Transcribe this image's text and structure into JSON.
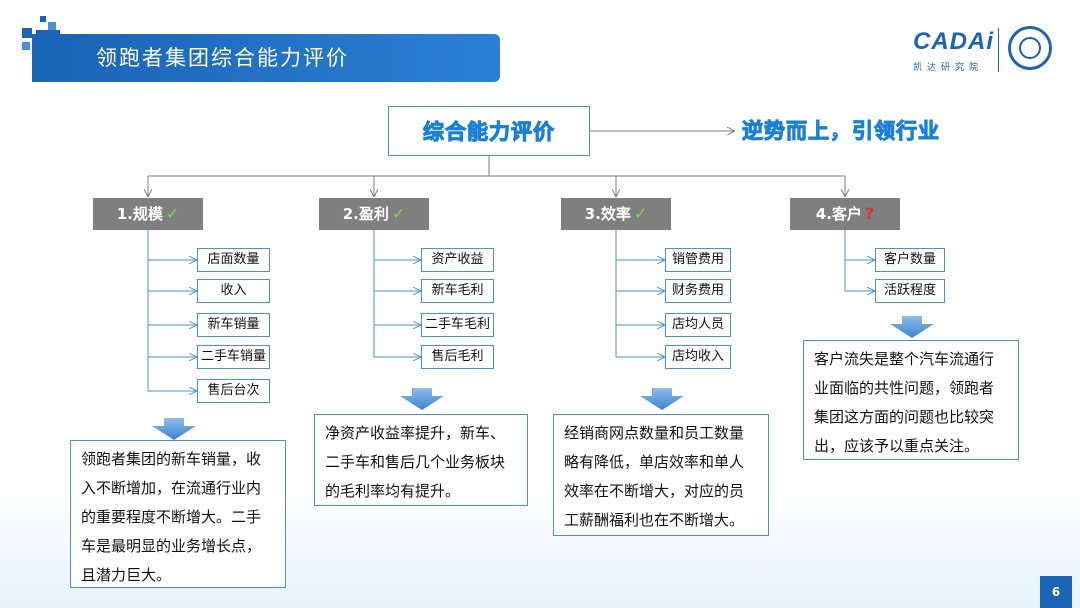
{
  "header": {
    "title": "领跑者集团综合能力评价",
    "logo_text": "CADAi",
    "logo_sub": "凯达研究院"
  },
  "root": {
    "label": "综合能力评价",
    "conclusion": "逆势而上，引领行业"
  },
  "categories": [
    {
      "label": "1.规模",
      "status_icon": "check-icon",
      "items": [
        "店面数量",
        "收入",
        "新车销量",
        "二手车销量",
        "售后台次"
      ],
      "note": "领跑者集团的新车销量，收入不断增加，在流通行业内的重要程度不断增大。二手车是最明显的业务增长点，且潜力巨大。"
    },
    {
      "label": "2.盈利",
      "status_icon": "check-icon",
      "items": [
        "资产收益",
        "新车毛利",
        "二手车毛利",
        "售后毛利"
      ],
      "note": "净资产收益率提升，新车、二手车和售后几个业务板块的毛利率均有提升。"
    },
    {
      "label": "3.效率",
      "status_icon": "check-icon",
      "items": [
        "销管费用",
        "财务费用",
        "店均人员",
        "店均收入"
      ],
      "note": "经销商网点数量和员工数量略有降低，单店效率和单人效率在不断增大，对应的员工薪酬福利也在不断增大。"
    },
    {
      "label": "4.客户",
      "status_icon": "question-icon",
      "items": [
        "客户数量",
        "活跃程度"
      ],
      "note": "客户流失是整个汽车流通行业面临的共性问题，领跑者集团这方面的问题也比较突出，应该予以重点关注。"
    }
  ],
  "marks": {
    "check": "✓",
    "question": "?"
  },
  "page_number": "6",
  "colors": {
    "brand_blue": "#1a63b5",
    "box_border": "#4a90d9",
    "category_gray": "#7f7f7f",
    "check_green": "#7ed957",
    "question_red": "#e0302c"
  }
}
